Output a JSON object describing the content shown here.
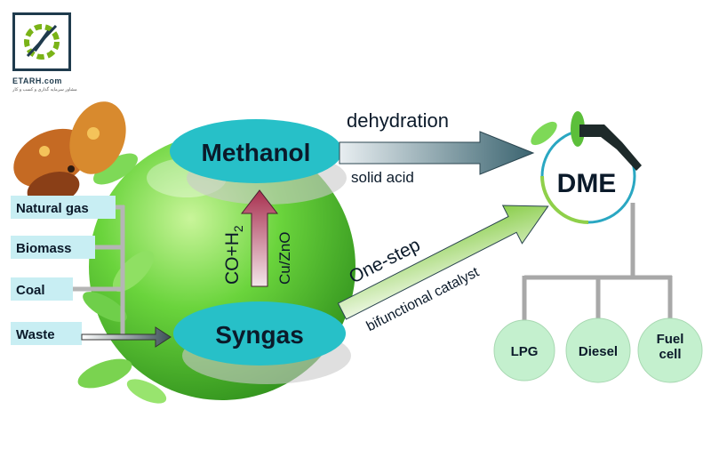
{
  "logo": {
    "name": "ETARH.com",
    "tagline": "مشاور سرمایه گذاری و کسب و کار"
  },
  "sources": [
    "Natural gas",
    "Biomass",
    "Coal",
    "Waste"
  ],
  "nodes": {
    "methanol": "Methanol",
    "syngas": "Syngas",
    "dme": "DME"
  },
  "vertical_arrow": {
    "reactants": "CO+H",
    "subscript": "2",
    "catalyst": "Cu/ZnO"
  },
  "dehydration_arrow": {
    "top": "dehydration",
    "bottom": "solid acid"
  },
  "onestep_arrow": {
    "top": "One-step",
    "bottom": "bifunctional catalyst"
  },
  "products": [
    "LPG",
    "Diesel",
    "Fuel cell"
  ],
  "colors": {
    "node_fill": "#27c0c8",
    "product_fill": "#c4f0ce",
    "sphere": "#5fd13a",
    "connector": "#a8a8a8",
    "text": "#0b1a2a"
  }
}
